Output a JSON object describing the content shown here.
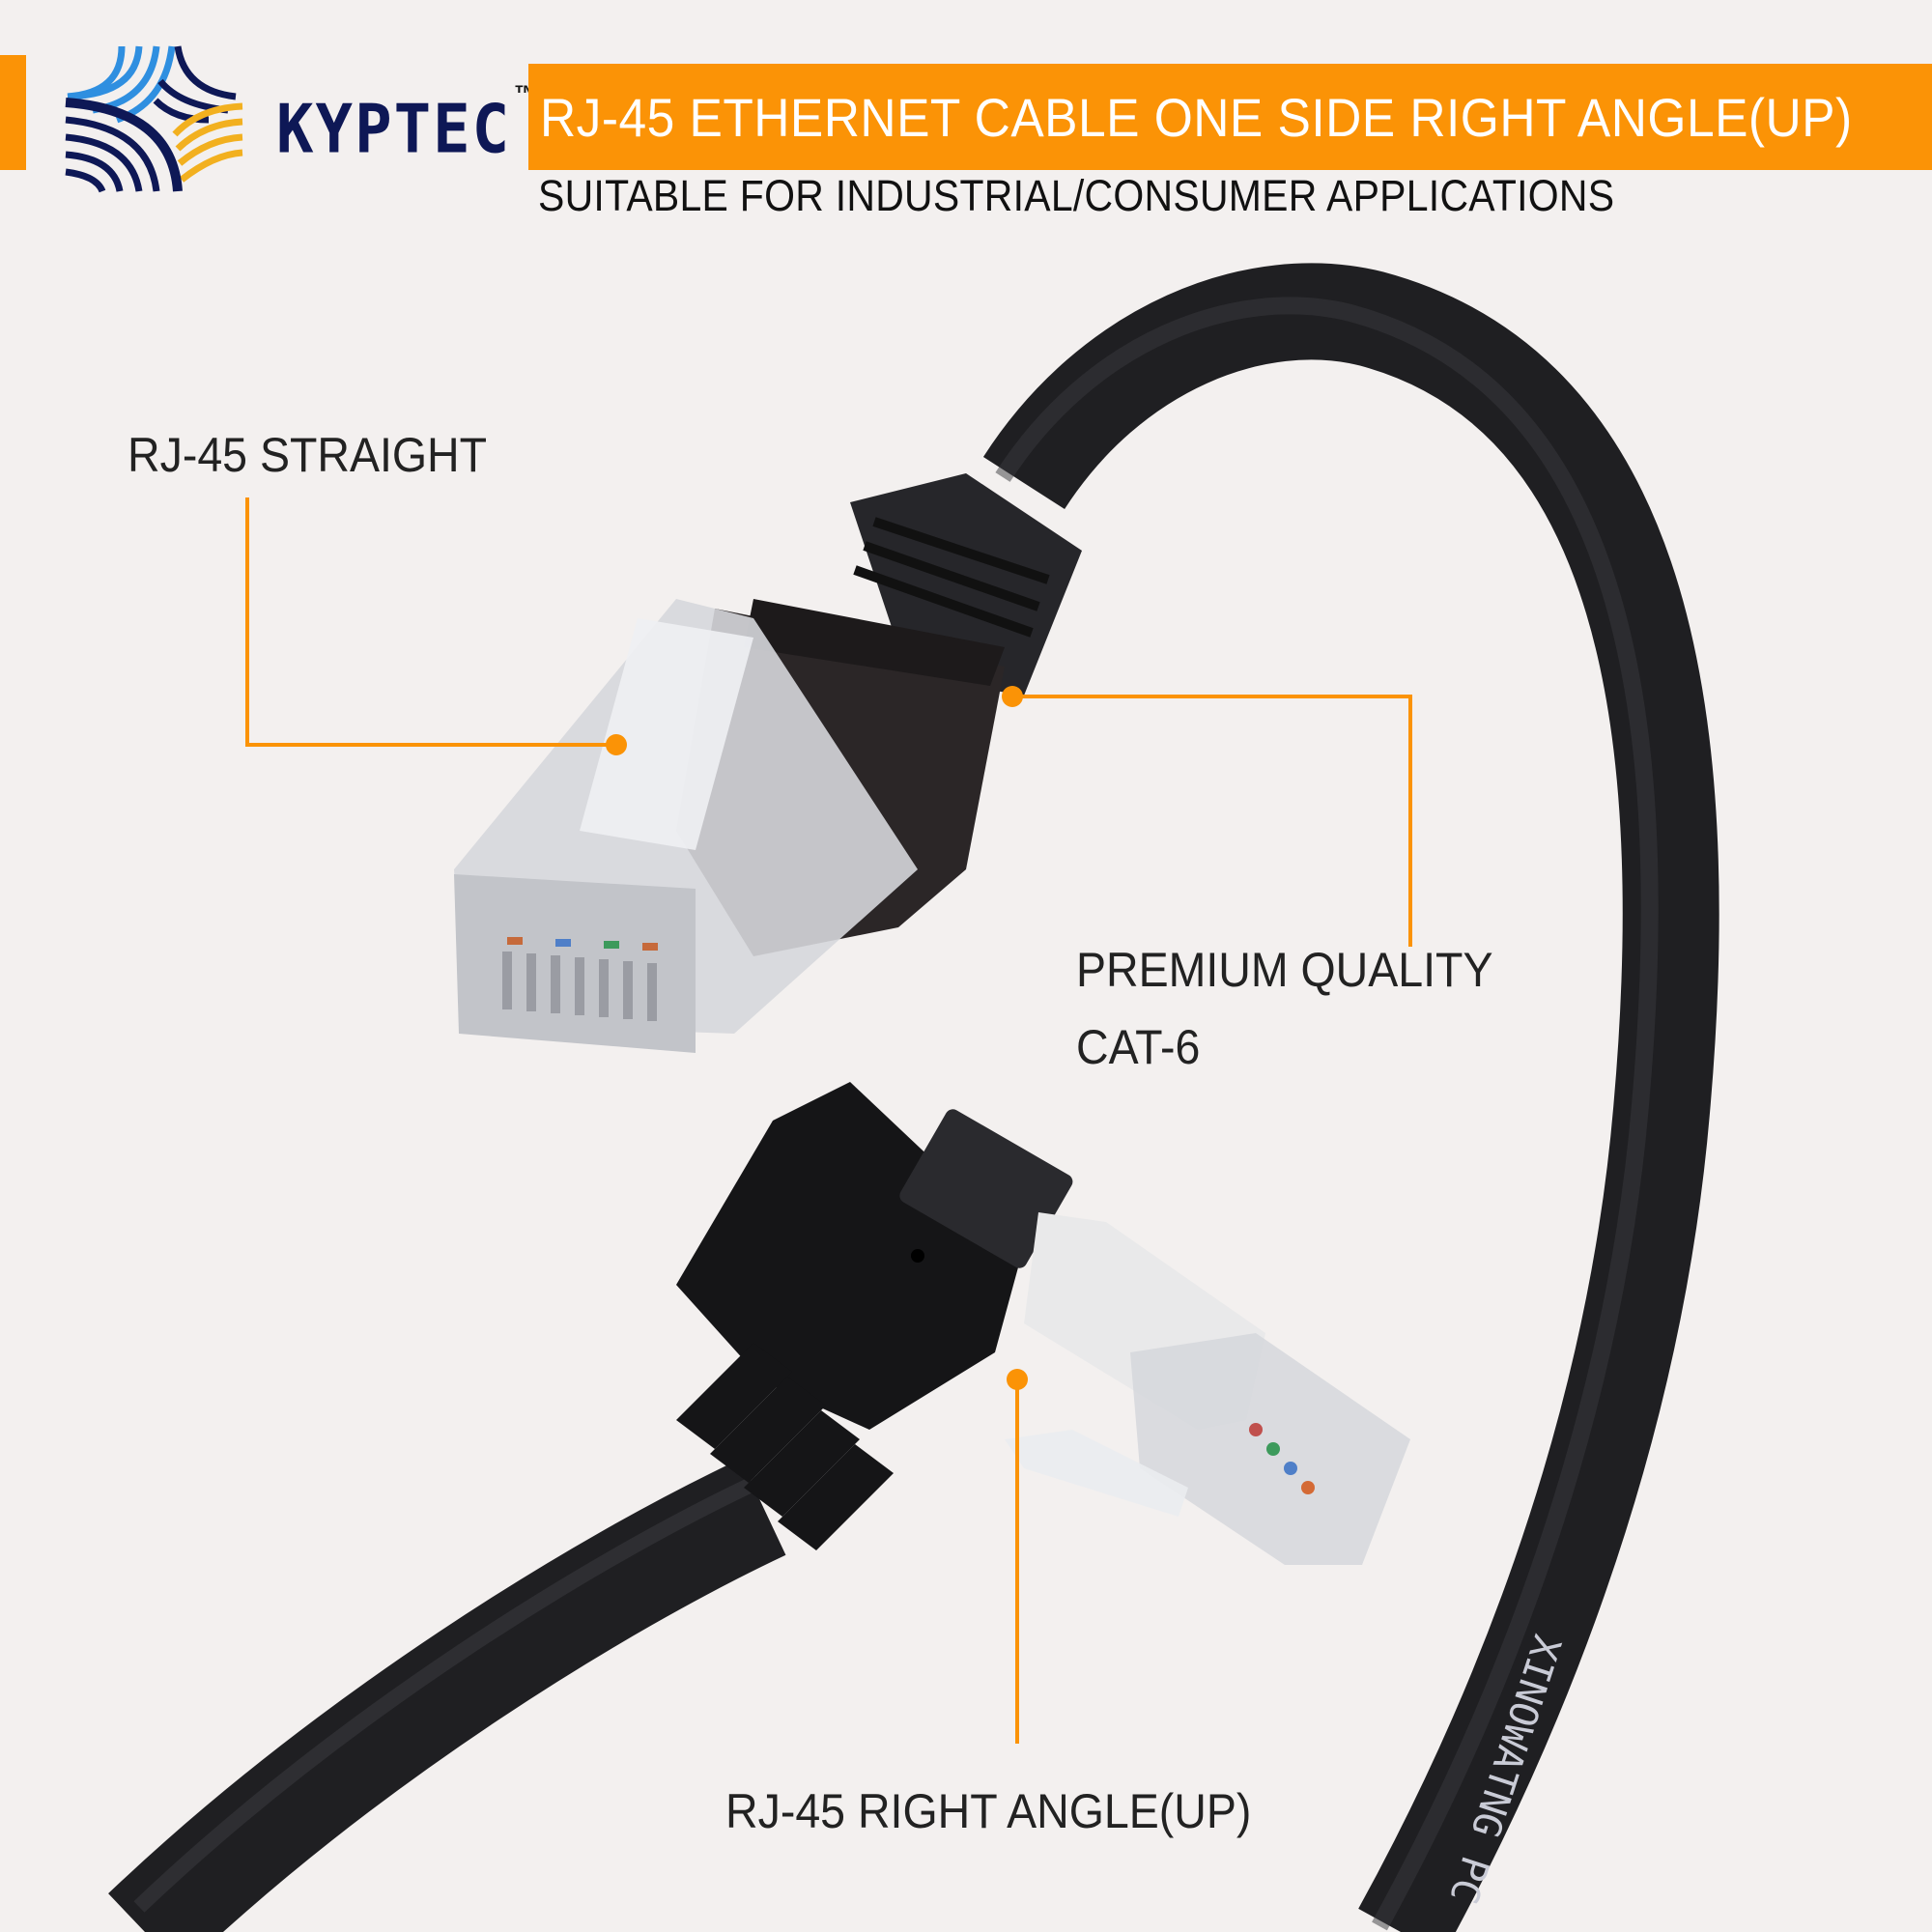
{
  "brand": {
    "name": "KYPTEC",
    "trademark": "™",
    "colors": {
      "navy": "#0e1856",
      "blue": "#2f8fe0",
      "gold": "#f2b01f"
    }
  },
  "header": {
    "title": "RJ-45 ETHERNET CABLE ONE SIDE RIGHT ANGLE(UP)",
    "subtitle": "SUITABLE FOR INDUSTRIAL/CONSUMER APPLICATIONS",
    "accent_color": "#fb9306"
  },
  "callouts": [
    {
      "id": "straight",
      "label": "RJ-45 STRAIGHT"
    },
    {
      "id": "premium",
      "label": "PREMIUM QUALITY",
      "label_line2": "CAT-6"
    },
    {
      "id": "right_angle",
      "label": "RJ-45 RIGHT ANGLE(UP)"
    }
  ],
  "product": {
    "cable_print": "XINOWATNG PC",
    "cable_color": "#1f1f22",
    "callout_color": "#fb9306"
  }
}
